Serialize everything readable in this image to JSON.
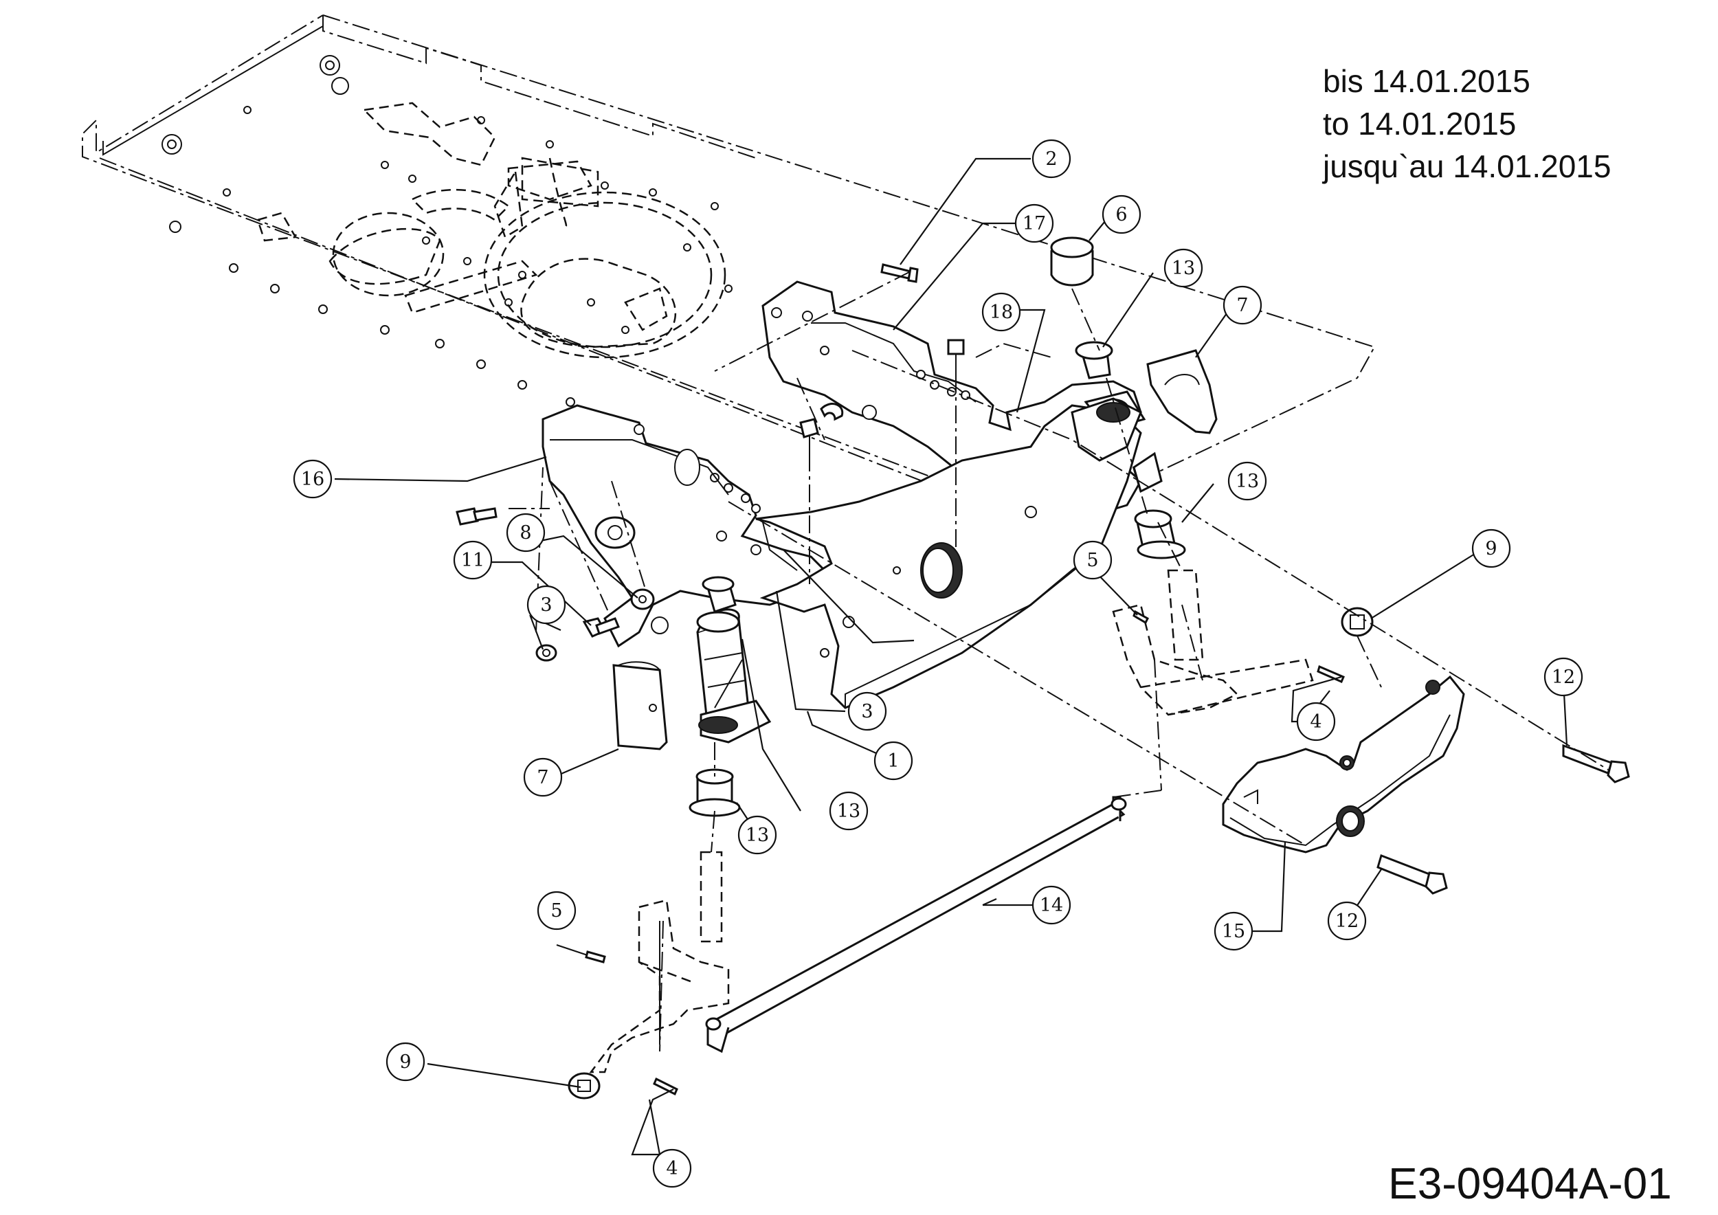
{
  "validity_note": {
    "line1": "bis 14.01.2015",
    "line2": "to 14.01.2015",
    "line3": "jusqu`au 14.01.2015"
  },
  "drawing_code": "E3-09404A-01",
  "callouts": [
    {
      "label": "1"
    },
    {
      "label": "2"
    },
    {
      "label": "3"
    },
    {
      "label": "3"
    },
    {
      "label": "4"
    },
    {
      "label": "4"
    },
    {
      "label": "5"
    },
    {
      "label": "5"
    },
    {
      "label": "6"
    },
    {
      "label": "7"
    },
    {
      "label": "7"
    },
    {
      "label": "8"
    },
    {
      "label": "9"
    },
    {
      "label": "9"
    },
    {
      "label": "11"
    },
    {
      "label": "12"
    },
    {
      "label": "12"
    },
    {
      "label": "13"
    },
    {
      "label": "13"
    },
    {
      "label": "13"
    },
    {
      "label": "13"
    },
    {
      "label": "14"
    },
    {
      "label": "15"
    },
    {
      "label": "16"
    },
    {
      "label": "17"
    },
    {
      "label": "18"
    }
  ]
}
